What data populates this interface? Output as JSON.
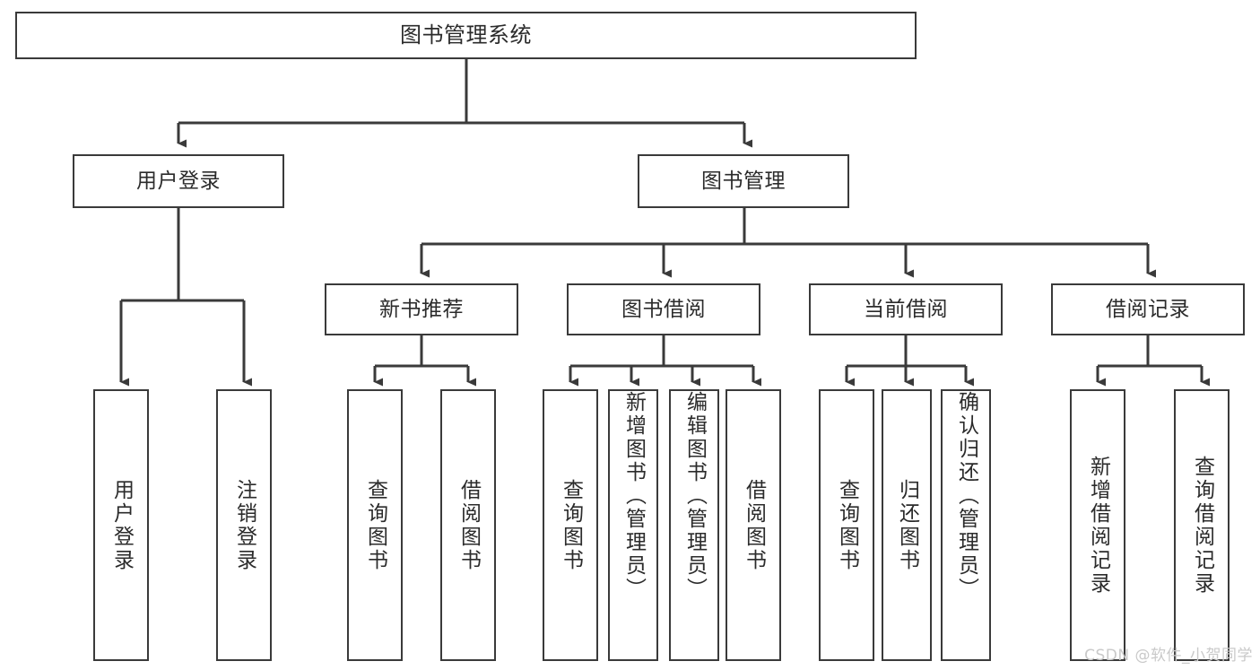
{
  "diagram": {
    "title": "图书管理系统",
    "type": "tree",
    "root": {
      "label": "图书管理系统"
    },
    "level2": [
      {
        "label": "用户登录"
      },
      {
        "label": "图书管理"
      }
    ],
    "level3": [
      {
        "label": "新书推荐"
      },
      {
        "label": "图书借阅"
      },
      {
        "label": "当前借阅"
      },
      {
        "label": "借阅记录"
      }
    ],
    "leaves": {
      "user_login": [
        {
          "label": "用户登录"
        },
        {
          "label": "注销登录"
        }
      ],
      "new_book_recommend": [
        {
          "label": "查询图书"
        },
        {
          "label": "借阅图书"
        }
      ],
      "book_borrow": [
        {
          "label": "查询图书"
        },
        {
          "label": "新增图书（管理员）"
        },
        {
          "label": "编辑图书（管理员）"
        },
        {
          "label": "借阅图书"
        }
      ],
      "current_borrow": [
        {
          "label": "查询图书"
        },
        {
          "label": "归还图书"
        },
        {
          "label": "确认归还（管理员）"
        }
      ],
      "borrow_record": [
        {
          "label": "新增借阅记录"
        },
        {
          "label": "查询借阅记录"
        }
      ]
    }
  },
  "watermark": {
    "text": "CSDN @软件_小贺同学"
  },
  "colors": {
    "stroke": "#3a3a3a",
    "background": "#ffffff",
    "text": "#2b2b2b",
    "watermark": "#c9c9c9"
  }
}
